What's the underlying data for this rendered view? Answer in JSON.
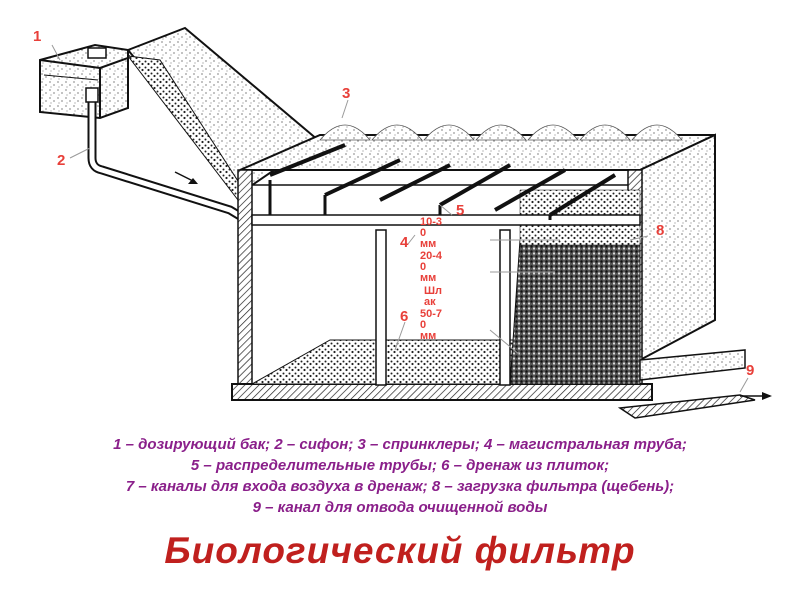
{
  "diagram": {
    "labels": [
      "1",
      "2",
      "3",
      "4",
      "5",
      "6",
      "8",
      "9"
    ],
    "notes": {
      "size_10_30": "10-3\n0\nмм",
      "size_20_40": "20-4\n0\nмм",
      "shl": "Шл\nак",
      "size_50_70": "50-7\n0\nмм"
    }
  },
  "legend": {
    "line1": "1 – дозирующий бак; 2 – сифон; 3 – спринклеры; 4 – магистральная труба;",
    "line2": "5 – распределительные трубы; 6 – дренаж из плиток;",
    "line3": "7 – каналы для входа воздуха в дренаж; 8 – загрузка фильтра (щебень);",
    "line4": "9 – канал для отвода очищенной воды"
  },
  "title": "Биологический фильтр",
  "colors": {
    "label": "#e8403a",
    "legend": "#8a1f8a",
    "title": "#c0201e"
  }
}
